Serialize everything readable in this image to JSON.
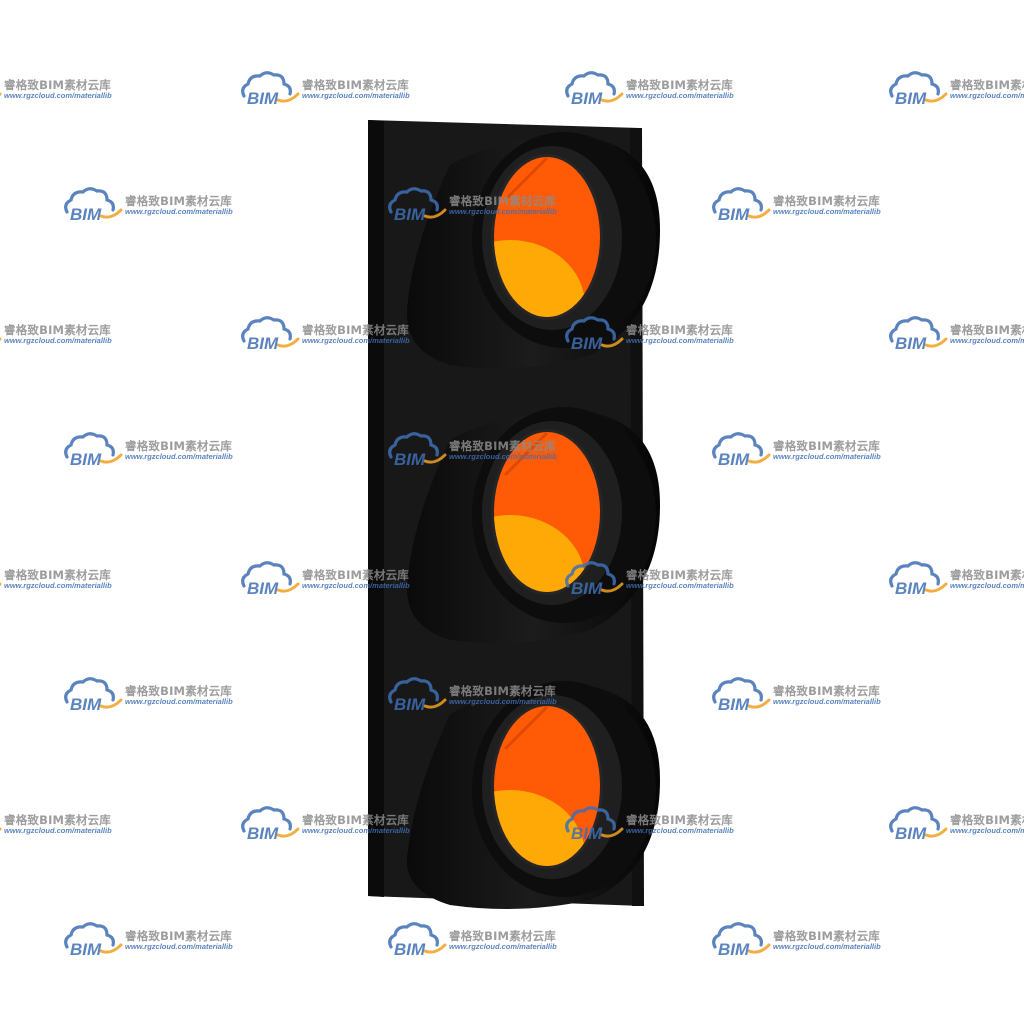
{
  "scene": {
    "subject": "traffic-light",
    "lamp_count": 3,
    "housing_color": "#161616",
    "lamp_color_top": "#ff5a05",
    "lamp_color_bottom": "#ffa906"
  },
  "watermark": {
    "logo_text": "BIM",
    "title": "睿格致BIM素材云库",
    "url": "www.rgzcloud.com/materiallib",
    "logo_color": "#3f6fb5",
    "accent_color": "#f0a020"
  }
}
